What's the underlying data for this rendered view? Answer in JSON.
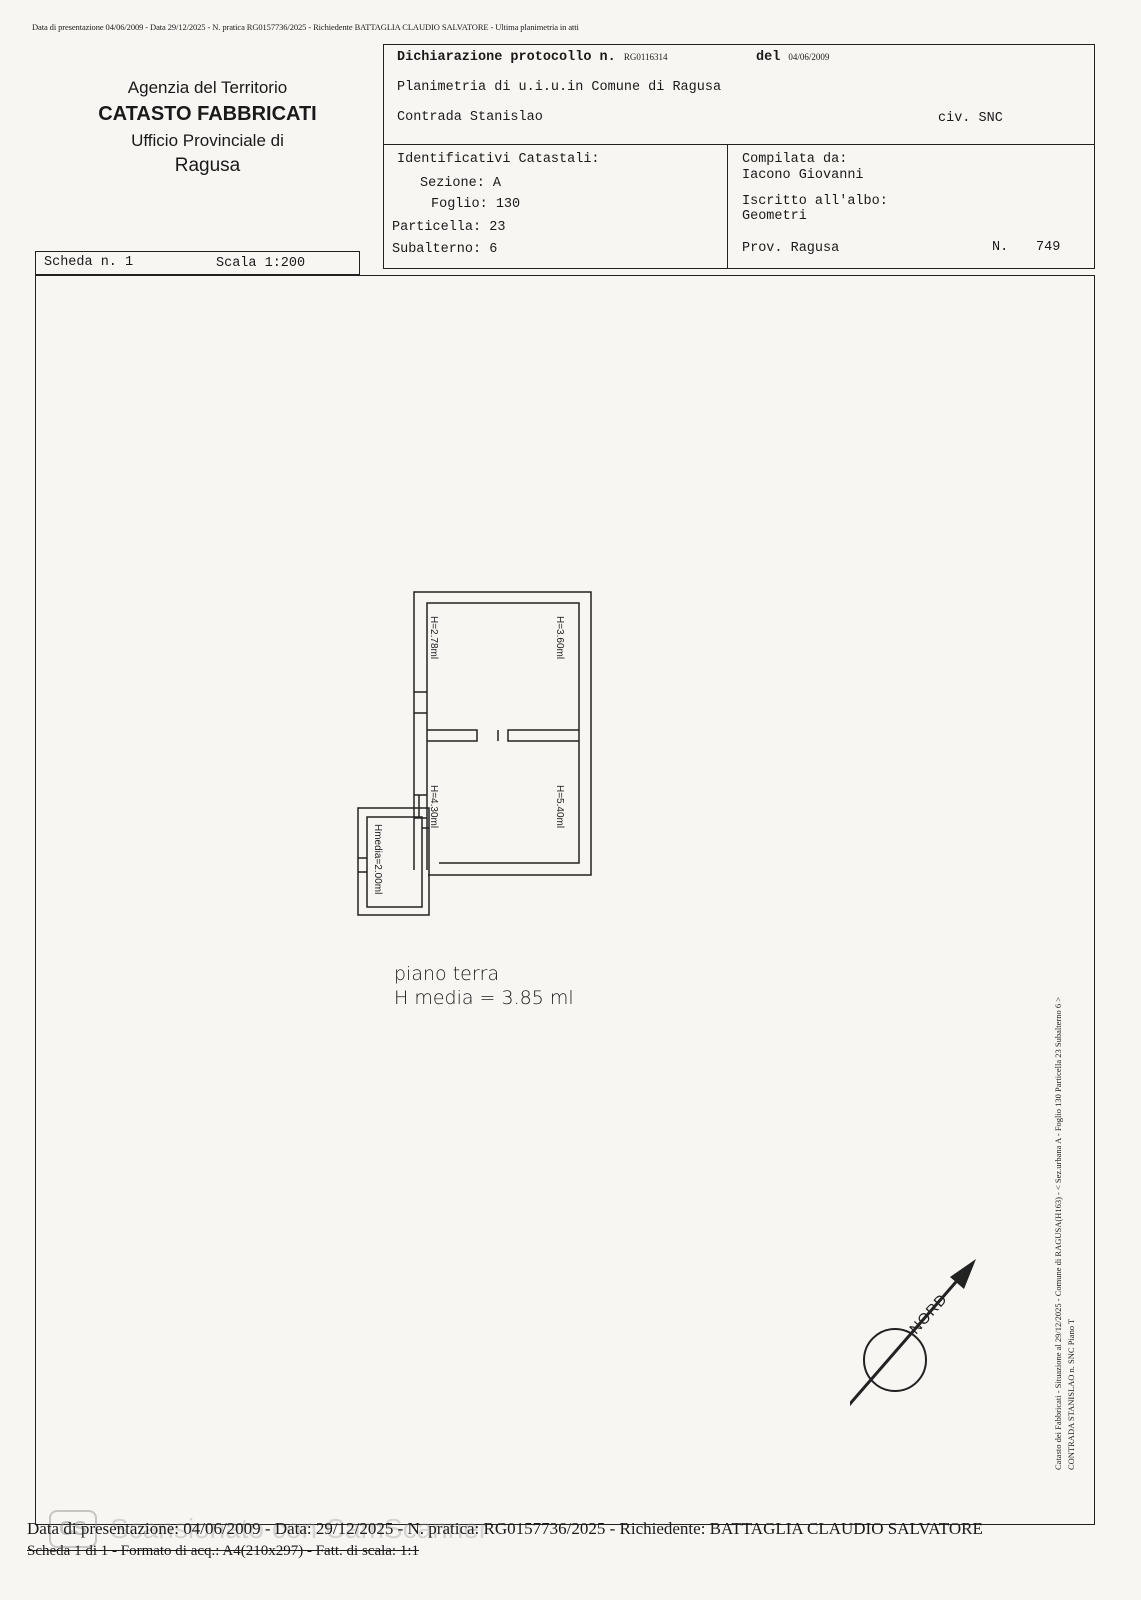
{
  "header_line": "Data di presentazione 04/06/2009 - Data 29/12/2025 - N. pratica RG0157736/2025 - Richiedente BATTAGLIA CLAUDIO SALVATORE - Ultima planimetria in atti",
  "agency": {
    "line1": "Agenzia del Territorio",
    "line2": "CATASTO FABBRICATI",
    "line3": "Ufficio Provinciale di",
    "line4": "Ragusa"
  },
  "protocol": {
    "label": "Dichiarazione protocollo n.",
    "number": "RG0116314",
    "del_label": "del",
    "date": "04/06/2009",
    "planimetria": "Planimetria di u.i.u.in Comune di Ragusa",
    "address": "Contrada Stanislao",
    "civ": "civ. SNC"
  },
  "identificativi": {
    "title": "Identificativi Catastali:",
    "sezione_label": "Sezione:",
    "sezione": "A",
    "foglio_label": "Foglio:",
    "foglio": "130",
    "particella_label": "Particella:",
    "particella": "23",
    "subalterno_label": "Subalterno:",
    "subalterno": "6"
  },
  "compilata": {
    "title": "Compilata da:",
    "name": "Iacono Giovanni",
    "iscritto_label": "Iscritto all'albo:",
    "albo": "Geometri",
    "prov": "Prov. Ragusa",
    "n_label": "N.",
    "n": "749"
  },
  "scheda": {
    "label": "Scheda n. 1",
    "scala": "Scala 1:200"
  },
  "plan": {
    "rooms": {
      "r1": "H=2.78ml",
      "r2": "H=3.60ml",
      "r3": "H=4.30ml",
      "r4": "H=5.40ml",
      "r5": "Hmedia=2.00ml"
    },
    "label_line1": "piano terra",
    "label_line2": "H media = 3.85 ml"
  },
  "compass": {
    "label": "NORD"
  },
  "side_text": {
    "line1": "Catasto dei Fabbricati - Situazione al 29/12/2025 - Comune di RAGUSA(H163) - < Sez.urbana A - Foglio 130 Particella 23 Subalterno 6 >",
    "line2": "CONTRADA STANISLAO n. SNC Piano T"
  },
  "footer": {
    "line1": "Data di presentazione: 04/06/2009 - Data: 29/12/2025 - N. pratica: RG0157736/2025 - Richiedente: BATTAGLIA CLAUDIO SALVATORE",
    "line2": "Scheda 1 di 1 - Formato di acq.: A4(210x297) - Fatt. di scala: 1:1"
  },
  "watermark": {
    "logo": "CS",
    "text": "Scansionato con CamScanner"
  }
}
